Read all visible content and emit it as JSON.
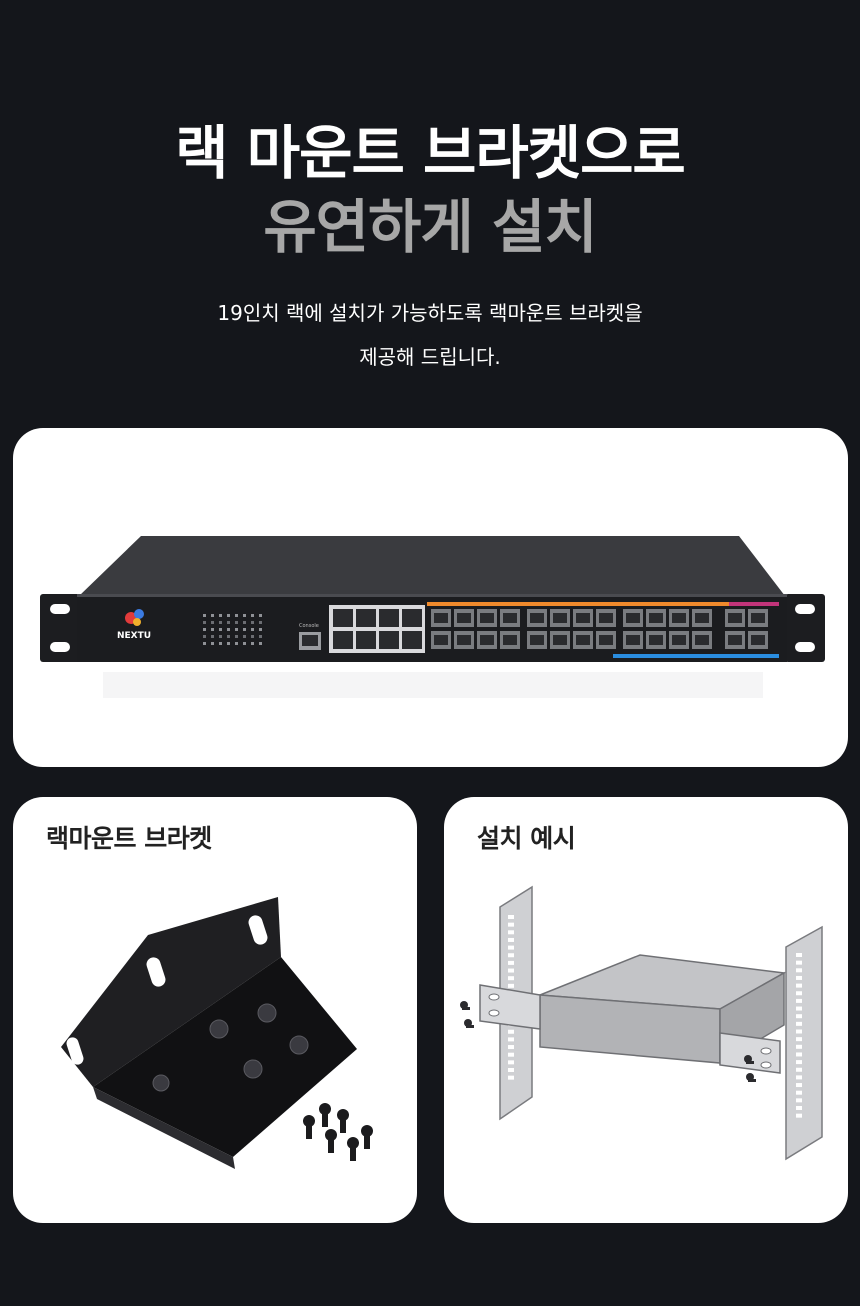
{
  "headline": {
    "line1": "랙 마운트 브라켓으로",
    "line2": "유연하게 설치"
  },
  "description": {
    "line1": "19인치 랙에 설치가 가능하도록 랙마운트 브라켓을",
    "line2": "제공해 드립니다."
  },
  "switch_image": {
    "brand": "NEXTU",
    "console_label": "Console"
  },
  "cards": {
    "bracket": {
      "title": "랙마운트 브라켓"
    },
    "install": {
      "title": "설치 예시"
    }
  },
  "colors": {
    "background": "#14161b",
    "headline_primary": "#ffffff",
    "headline_secondary": "#a7a7a7",
    "card_bg": "#ffffff",
    "accent_orange": "#f08a2c",
    "accent_blue": "#2a8de0",
    "accent_magenta": "#c2347a"
  }
}
